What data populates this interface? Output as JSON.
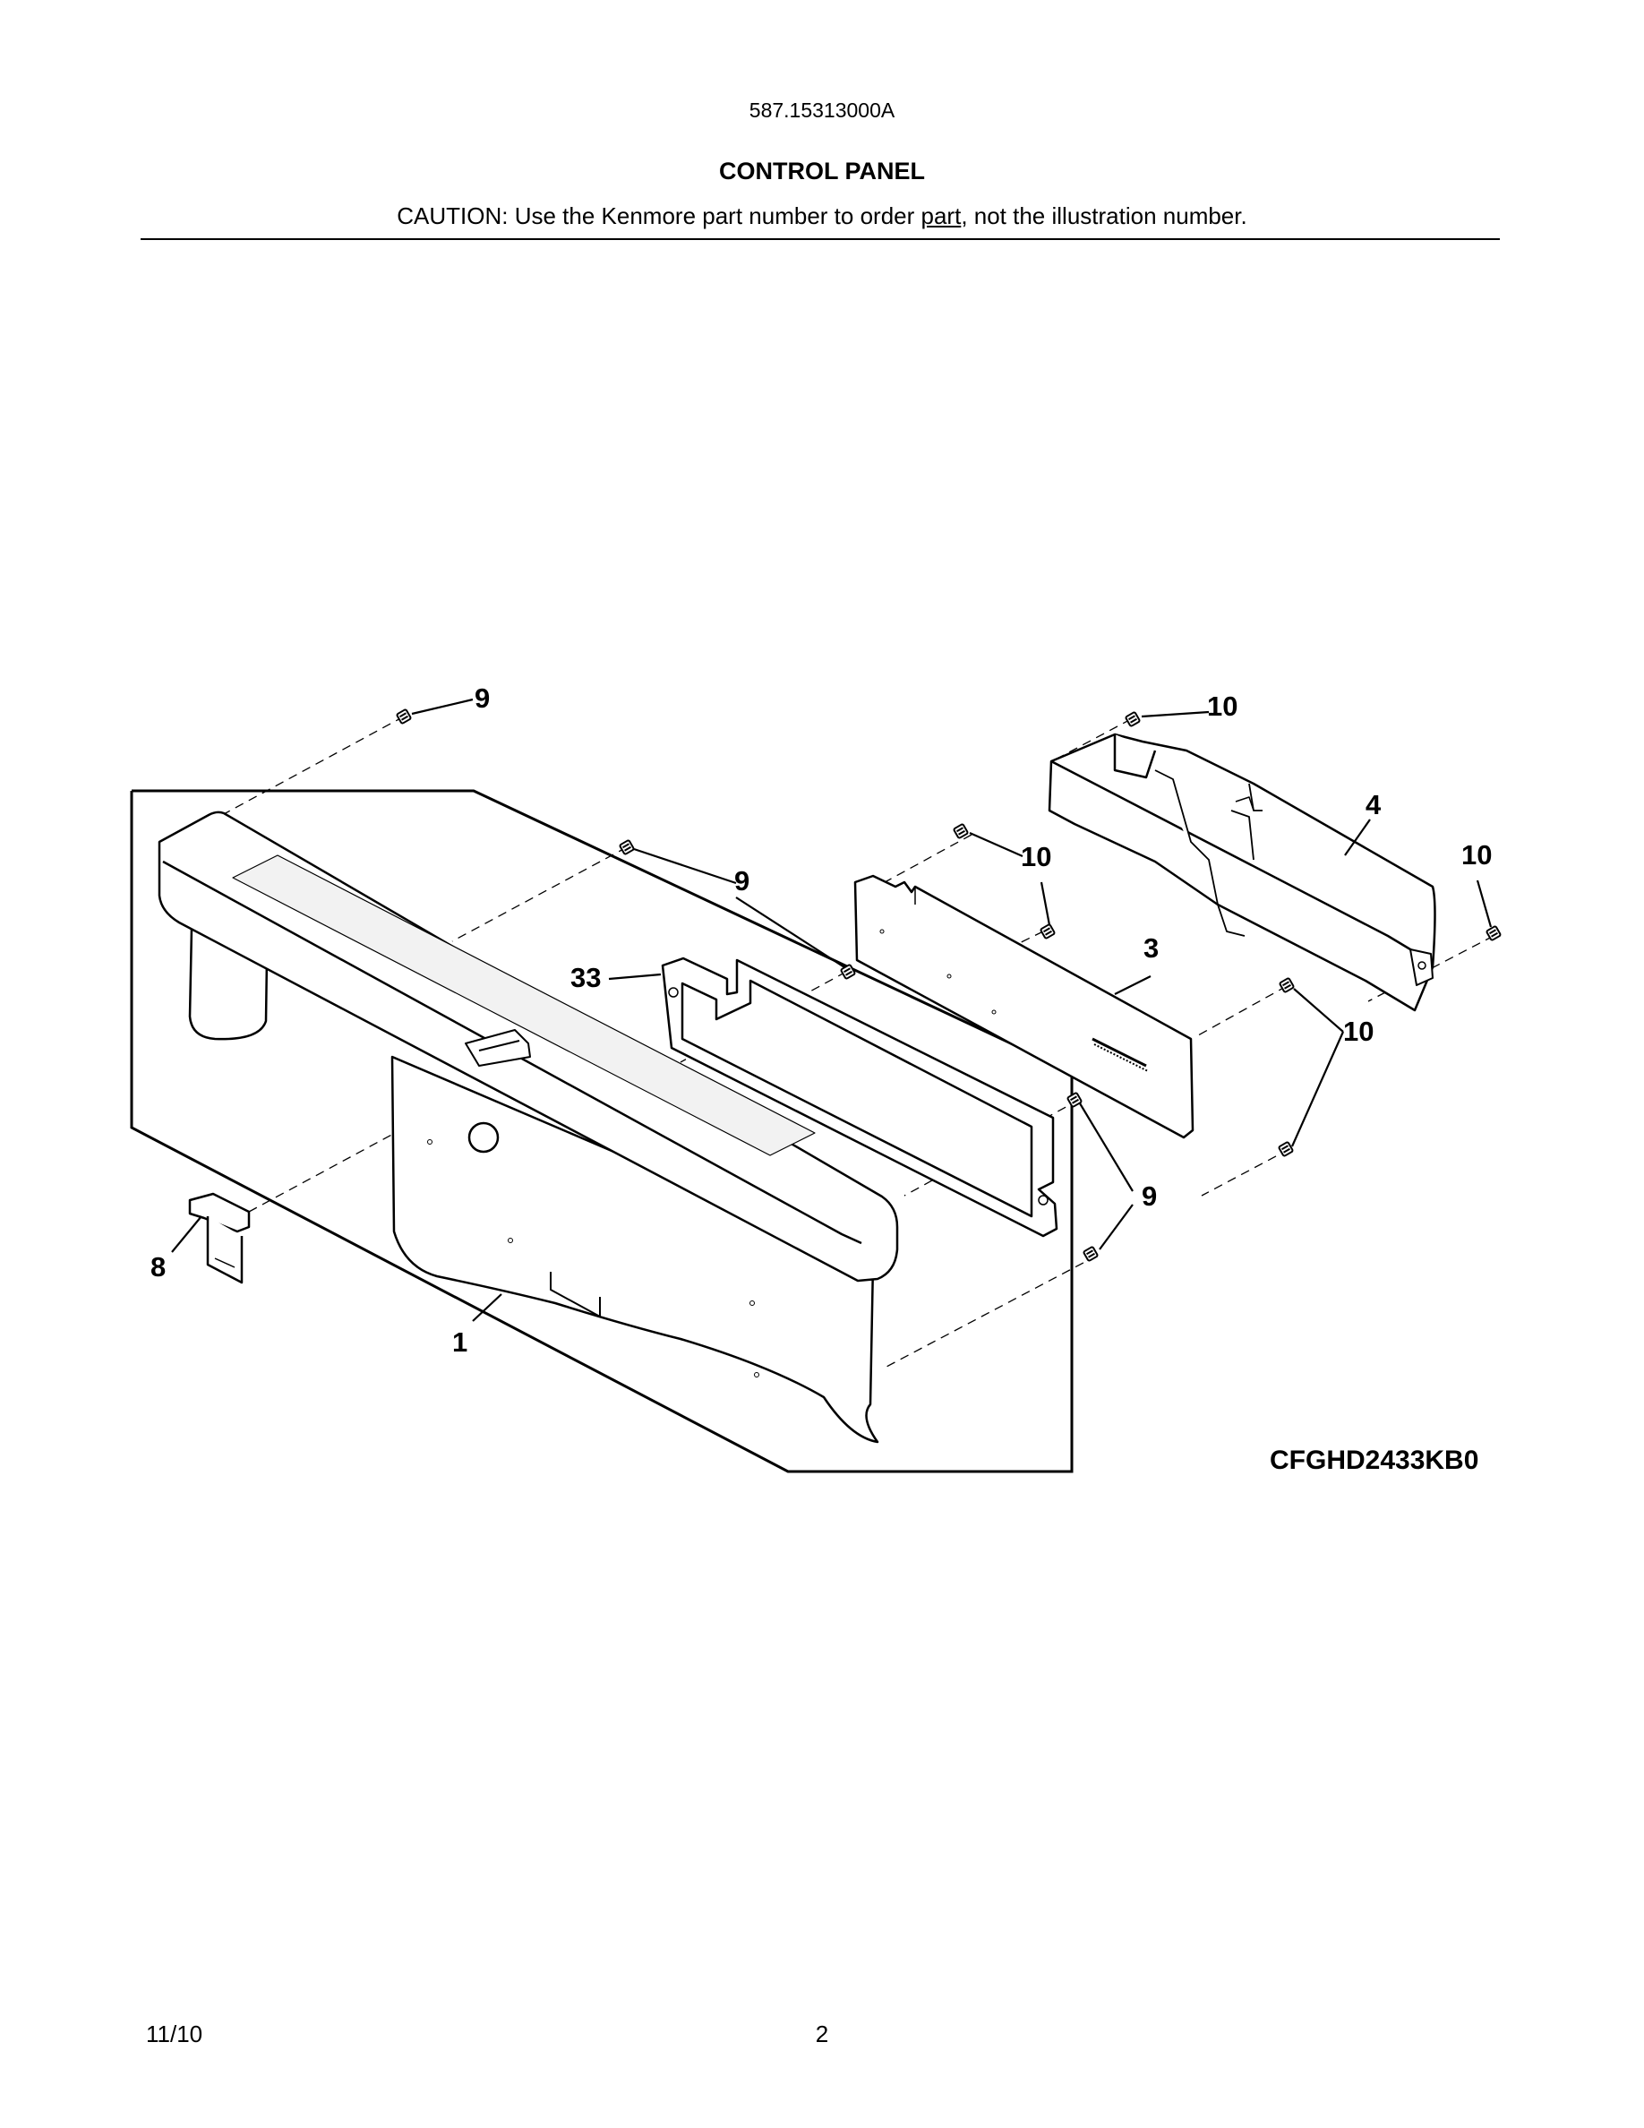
{
  "header": {
    "model_number": "587.15313000A",
    "title": "CONTROL PANEL",
    "caution_prefix": "CAUTION: Use the Kenmore part number to order ",
    "caution_underlined": "part",
    "caution_suffix": ", not the illustration number."
  },
  "diagram": {
    "callouts": {
      "c1": "1",
      "c3": "3",
      "c4": "4",
      "c8": "8",
      "c9a": "9",
      "c9b": "9",
      "c9c": "9",
      "c10a": "10",
      "c10b": "10",
      "c10c": "10",
      "c10d": "10",
      "c33": "33"
    },
    "model_code": "CFGHD2433KB0"
  },
  "footer": {
    "date": "11/10",
    "page": "2"
  }
}
